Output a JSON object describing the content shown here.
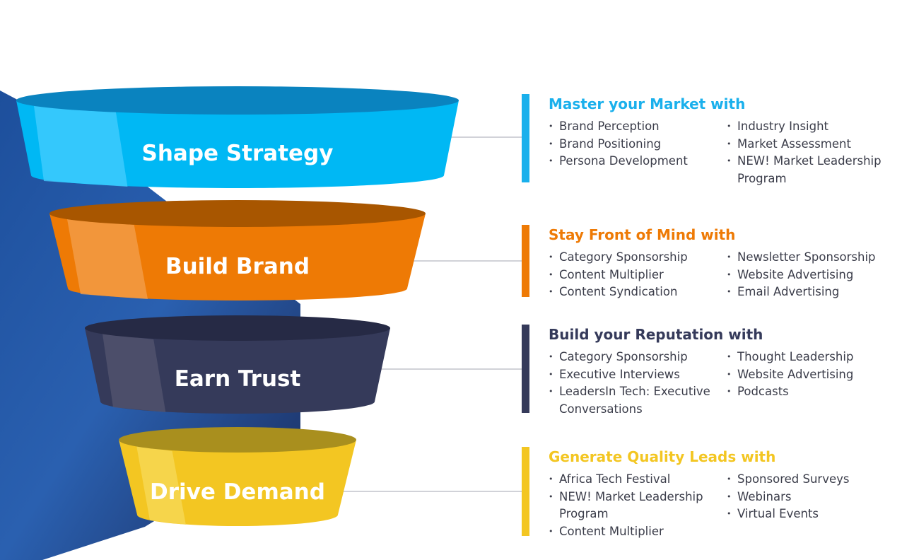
{
  "stages": [
    {
      "label": "Shape Strategy",
      "color": "#00b8f4"
    },
    {
      "label": "Build Brand",
      "color": "#ee7a05"
    },
    {
      "label": "Earn Trust",
      "color": "#353a5a"
    },
    {
      "label": "Drive Demand",
      "color": "#f3c622"
    }
  ],
  "panels": [
    {
      "heading": "Master your Market with",
      "color": "#1ab0ec",
      "col1": [
        "Brand Perception",
        "Brand Positioning",
        "Persona Development"
      ],
      "col2": [
        "Industry Insight",
        "Market Assessment",
        "NEW! Market Leadership Program"
      ]
    },
    {
      "heading": "Stay Front of Mind with",
      "color": "#ee7a05",
      "col1": [
        "Category Sponsorship",
        "Content Multiplier",
        "Content Syndication"
      ],
      "col2": [
        "Newsletter Sponsorship",
        "Website Advertising",
        "Email Advertising"
      ]
    },
    {
      "heading": "Build your Reputation with",
      "color": "#353a5a",
      "col1": [
        "Category Sponsorship",
        "Executive Interviews",
        "LeadersIn Tech: Executive Conversations"
      ],
      "col2": [
        "Thought Leadership",
        "Website Advertising",
        "Podcasts"
      ]
    },
    {
      "heading": "Generate Quality Leads with",
      "color": "#f3c622",
      "col1": [
        "Africa Tech Festival",
        "NEW! Market Leadership Program",
        "Content Multiplier"
      ],
      "col2": [
        "Sponsored Surveys",
        "Webinars",
        "Virtual Events"
      ]
    }
  ]
}
